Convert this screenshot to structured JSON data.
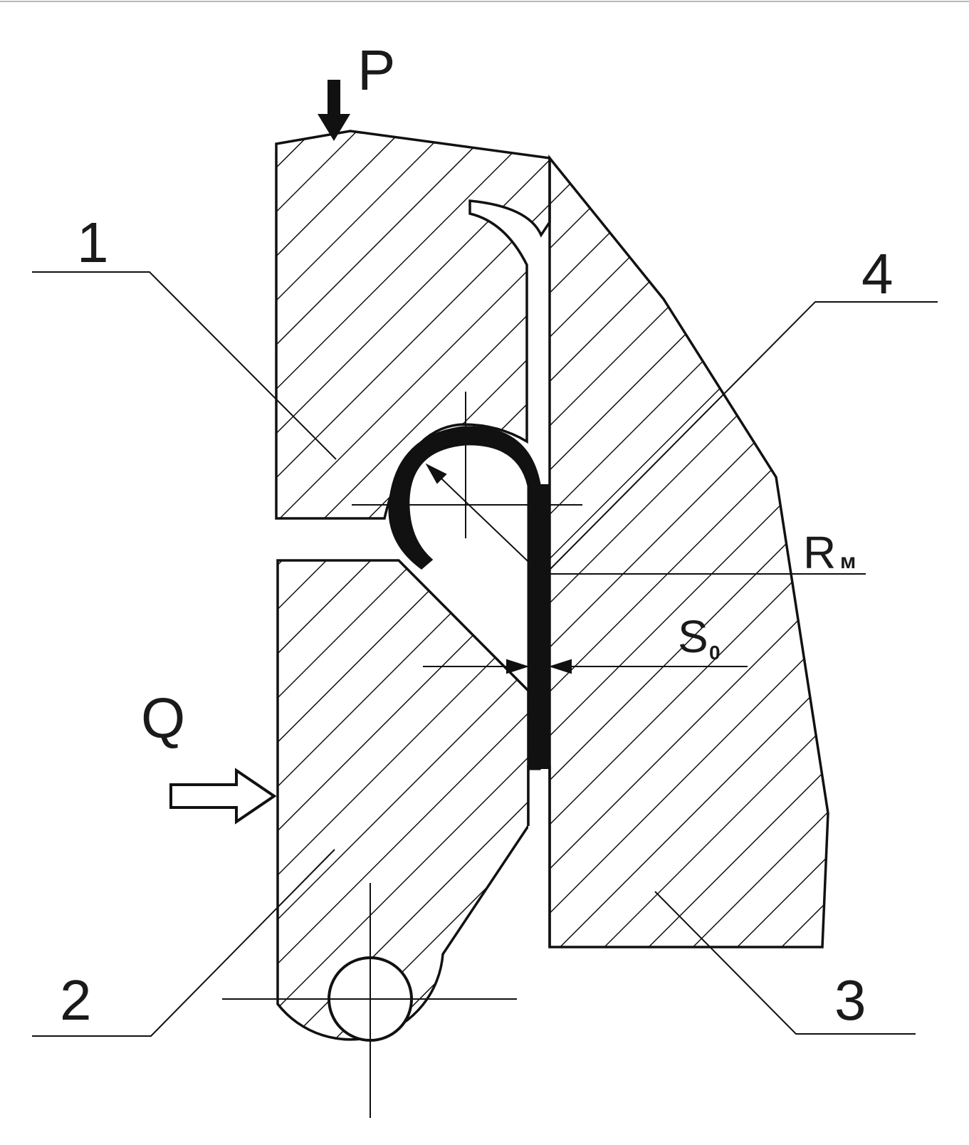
{
  "diagram": {
    "labels": {
      "part_1": "1",
      "part_2": "2",
      "part_3": "3",
      "part_4": "4",
      "force_p": "P",
      "force_q": "Q",
      "radius_main": "R",
      "radius_sub": "м",
      "thickness_main": "S",
      "thickness_sub": "0"
    },
    "colors": {
      "line": "#111111",
      "fill": "#ffffff",
      "workpiece": "#111111"
    },
    "icons": {
      "force_p": "solid-arrow-down-icon",
      "force_q": "hollow-arrow-right-icon"
    }
  }
}
